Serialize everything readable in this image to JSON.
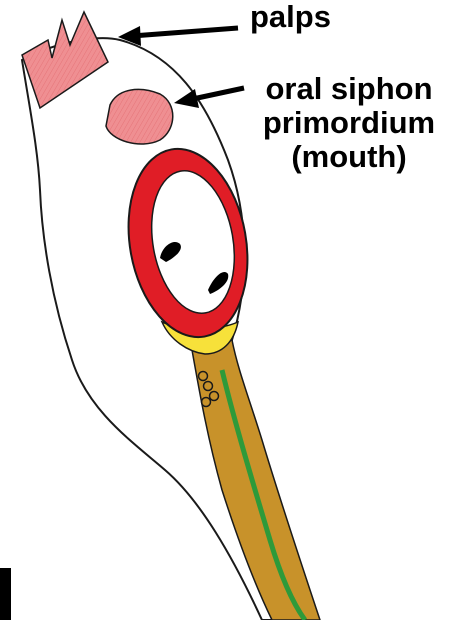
{
  "labels": {
    "palps": "palps",
    "oral_siphon_line1": "oral siphon",
    "oral_siphon_line2": "primordium",
    "oral_siphon_line3": "(mouth)"
  },
  "colors": {
    "outline": "#1a1a1a",
    "palps_fill": "#ee8a8c",
    "ring_red": "#e01d26",
    "yolk_yellow": "#f7e13a",
    "tail_brown": "#c8922a",
    "notochord_green": "#2e9a3a",
    "background": "#ffffff"
  }
}
